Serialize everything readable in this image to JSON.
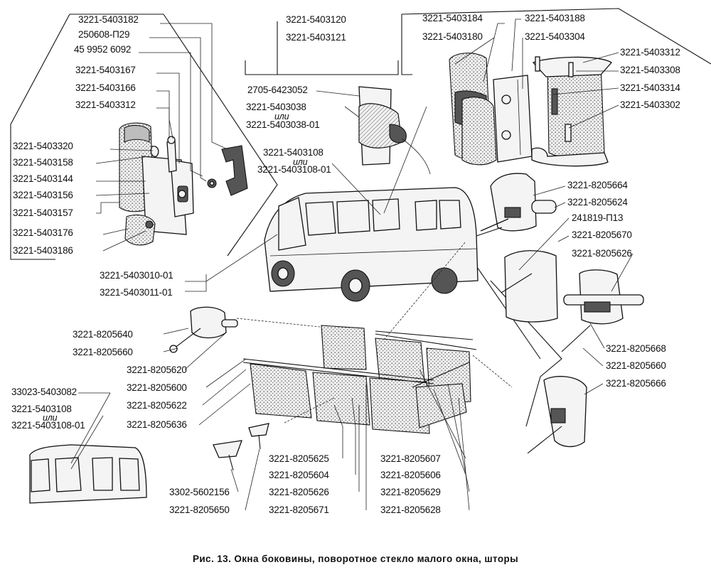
{
  "caption": "Рис. 13. Окна боковины, поворотное стекло малого окна, шторы",
  "or_word": "или",
  "labels": {
    "p1": "3221-5403182",
    "p2": "250608-П29",
    "p3": "45 9952 6092",
    "p4": "3221-5403167",
    "p5": "3221-5403166",
    "p6": "3221-5403312",
    "p7": "3221-5403320",
    "p8": "3221-5403158",
    "p9": "3221-5403144",
    "p10": "3221-5403156",
    "p11": "3221-5403157",
    "p12": "3221-5403176",
    "p13": "3221-5403186",
    "p14": "3221-5403120",
    "p15": "3221-5403121",
    "p16": "2705-6423052",
    "p17": "3221-5403038",
    "p17b": "3221-5403038-01",
    "p18": "3221-5403108",
    "p18b": "3221-5403108-01",
    "p19": "3221-5403010-01",
    "p20": "3221-5403011-01",
    "p21": "3221-5403184",
    "p22": "3221-5403188",
    "p23": "3221-5403180",
    "p24": "3221-5403304",
    "p25": "3221-5403312",
    "p26": "3221-5403308",
    "p27": "3221-5403314",
    "p28": "3221-5403302",
    "p29": "3221-8205664",
    "p30": "3221-8205624",
    "p31": "241819-П13",
    "p32": "3221-8205670",
    "p33": "3221-8205626",
    "p34": "3221-8205668",
    "p35": "3221-8205660",
    "p36": "3221-8205666",
    "p37": "3221-8205640",
    "p38": "3221-8205660",
    "p39": "3221-8205620",
    "p40": "3221-8205600",
    "p41": "3221-8205622",
    "p42": "3221-8205636",
    "p43": "33023-5403082",
    "p44": "3221-5403108",
    "p44b": "3221-5403108-01",
    "p45": "3302-5602156",
    "p46": "3221-8205650",
    "p47": "3221-8205625",
    "p48": "3221-8205604",
    "p49": "3221-8205626",
    "p50": "3221-8205671",
    "p51": "3221-8205607",
    "p52": "3221-8205606",
    "p53": "3221-8205629",
    "p54": "3221-8205628"
  }
}
